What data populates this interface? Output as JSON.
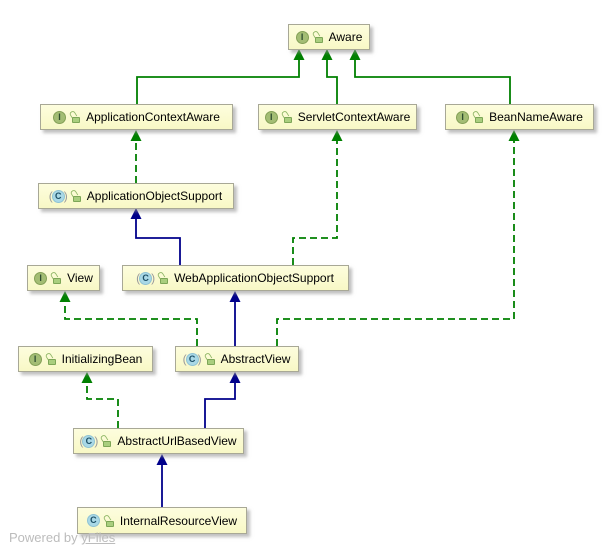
{
  "title": "UML class diagram of Spring MVC view hierarchy",
  "footer": {
    "powered_by": "Powered by",
    "brand": "yFiles"
  },
  "icons": {
    "interface_letter": "I",
    "class_letter": "C",
    "paren_open": "(",
    "paren_close": ")"
  },
  "colors": {
    "implements_edge_green": "#008000",
    "extends_edge_navy": "#00008b",
    "node_fill": "#fbfbd0",
    "node_border": "#a8a896",
    "footer_text": "#bcbcbc"
  },
  "nodes": {
    "aware": {
      "label": "Aware",
      "kind": "interface"
    },
    "application_context_aware": {
      "label": "ApplicationContextAware",
      "kind": "interface"
    },
    "servlet_context_aware": {
      "label": "ServletContextAware",
      "kind": "interface"
    },
    "bean_name_aware": {
      "label": "BeanNameAware",
      "kind": "interface"
    },
    "application_object_support": {
      "label": "ApplicationObjectSupport",
      "kind": "abstract-class"
    },
    "view": {
      "label": "View",
      "kind": "interface"
    },
    "web_application_object_support": {
      "label": "WebApplicationObjectSupport",
      "kind": "abstract-class"
    },
    "initializing_bean": {
      "label": "InitializingBean",
      "kind": "interface"
    },
    "abstract_view": {
      "label": "AbstractView",
      "kind": "abstract-class"
    },
    "abstract_url_based_view": {
      "label": "AbstractUrlBasedView",
      "kind": "abstract-class"
    },
    "internal_resource_view": {
      "label": "InternalResourceView",
      "kind": "class"
    }
  },
  "relationships": [
    {
      "from": "ApplicationContextAware",
      "to": "Aware",
      "type": "extends-interface"
    },
    {
      "from": "ServletContextAware",
      "to": "Aware",
      "type": "extends-interface"
    },
    {
      "from": "BeanNameAware",
      "to": "Aware",
      "type": "extends-interface"
    },
    {
      "from": "ApplicationObjectSupport",
      "to": "ApplicationContextAware",
      "type": "implements"
    },
    {
      "from": "WebApplicationObjectSupport",
      "to": "ServletContextAware",
      "type": "implements"
    },
    {
      "from": "WebApplicationObjectSupport",
      "to": "ApplicationObjectSupport",
      "type": "extends"
    },
    {
      "from": "AbstractView",
      "to": "View",
      "type": "implements"
    },
    {
      "from": "AbstractView",
      "to": "BeanNameAware",
      "type": "implements"
    },
    {
      "from": "AbstractView",
      "to": "WebApplicationObjectSupport",
      "type": "extends"
    },
    {
      "from": "AbstractUrlBasedView",
      "to": "InitializingBean",
      "type": "implements"
    },
    {
      "from": "AbstractUrlBasedView",
      "to": "AbstractView",
      "type": "extends"
    },
    {
      "from": "InternalResourceView",
      "to": "AbstractUrlBasedView",
      "type": "extends"
    }
  ]
}
